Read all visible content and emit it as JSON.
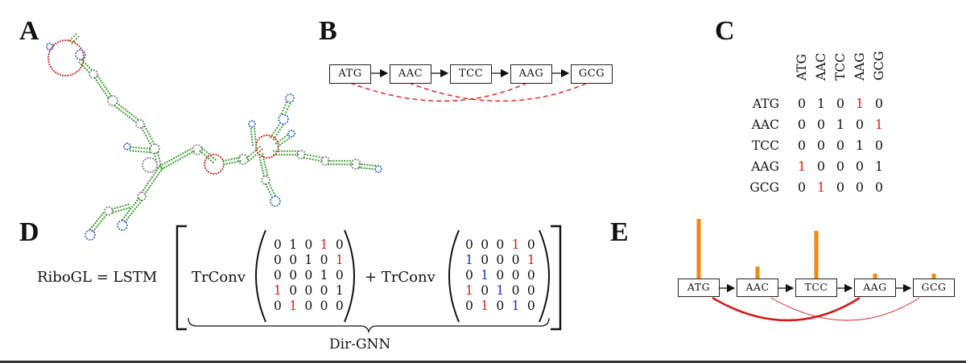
{
  "panels": {
    "a": "A",
    "b": "B",
    "c": "C",
    "d": "D",
    "e": "E"
  },
  "codons": [
    "ATG",
    "AAC",
    "TCC",
    "AAG",
    "GCG"
  ],
  "panel_c": {
    "column_labels": [
      "ATG",
      "AAC",
      "TCC",
      "AAG",
      "GCG"
    ],
    "row_labels": [
      "ATG",
      "AAC",
      "TCC",
      "AAG",
      "GCG"
    ],
    "matrix": [
      [
        "0",
        "1",
        "0",
        "1",
        "0"
      ],
      [
        "0",
        "0",
        "1",
        "0",
        "1"
      ],
      [
        "0",
        "0",
        "0",
        "1",
        "0"
      ],
      [
        "1",
        "0",
        "0",
        "0",
        "1"
      ],
      [
        "0",
        "1",
        "0",
        "0",
        "0"
      ]
    ],
    "highlighted_cells": [
      [
        0,
        3
      ],
      [
        1,
        4
      ],
      [
        3,
        0
      ],
      [
        4,
        1
      ]
    ],
    "highlight_color": "#e11d1d"
  },
  "panel_d": {
    "lhs": "RiboGL = LSTM",
    "trconv_1": "TrConv",
    "plus_trconv": "+ TrConv",
    "brace_label": "Dir-GNN",
    "matrix_1": [
      [
        "0",
        "1",
        "0",
        "1",
        "0"
      ],
      [
        "0",
        "0",
        "1",
        "0",
        "1"
      ],
      [
        "0",
        "0",
        "0",
        "1",
        "0"
      ],
      [
        "1",
        "0",
        "0",
        "0",
        "1"
      ],
      [
        "0",
        "1",
        "0",
        "0",
        "0"
      ]
    ],
    "matrix_2": [
      [
        "0",
        "0",
        "0",
        "1",
        "0"
      ],
      [
        "1",
        "0",
        "0",
        "0",
        "1"
      ],
      [
        "0",
        "1",
        "0",
        "0",
        "0"
      ],
      [
        "1",
        "0",
        "1",
        "0",
        "0"
      ],
      [
        "0",
        "1",
        "0",
        "1",
        "0"
      ]
    ],
    "red_color": "#e11d1d",
    "blue_color": "#1f2fc7"
  },
  "panel_e": {
    "bar_color": "#f08a0c",
    "edge_color": "#d21a1a",
    "bar_values": [
      1.0,
      0.2,
      0.8,
      0.08,
      0.08
    ]
  },
  "panel_a": {
    "loop_colors": {
      "stem": "#3a9a2e",
      "hairpin": "#3f6fd1",
      "multiloop": "#d42a2a",
      "bulge": "#8a8a8a"
    }
  }
}
